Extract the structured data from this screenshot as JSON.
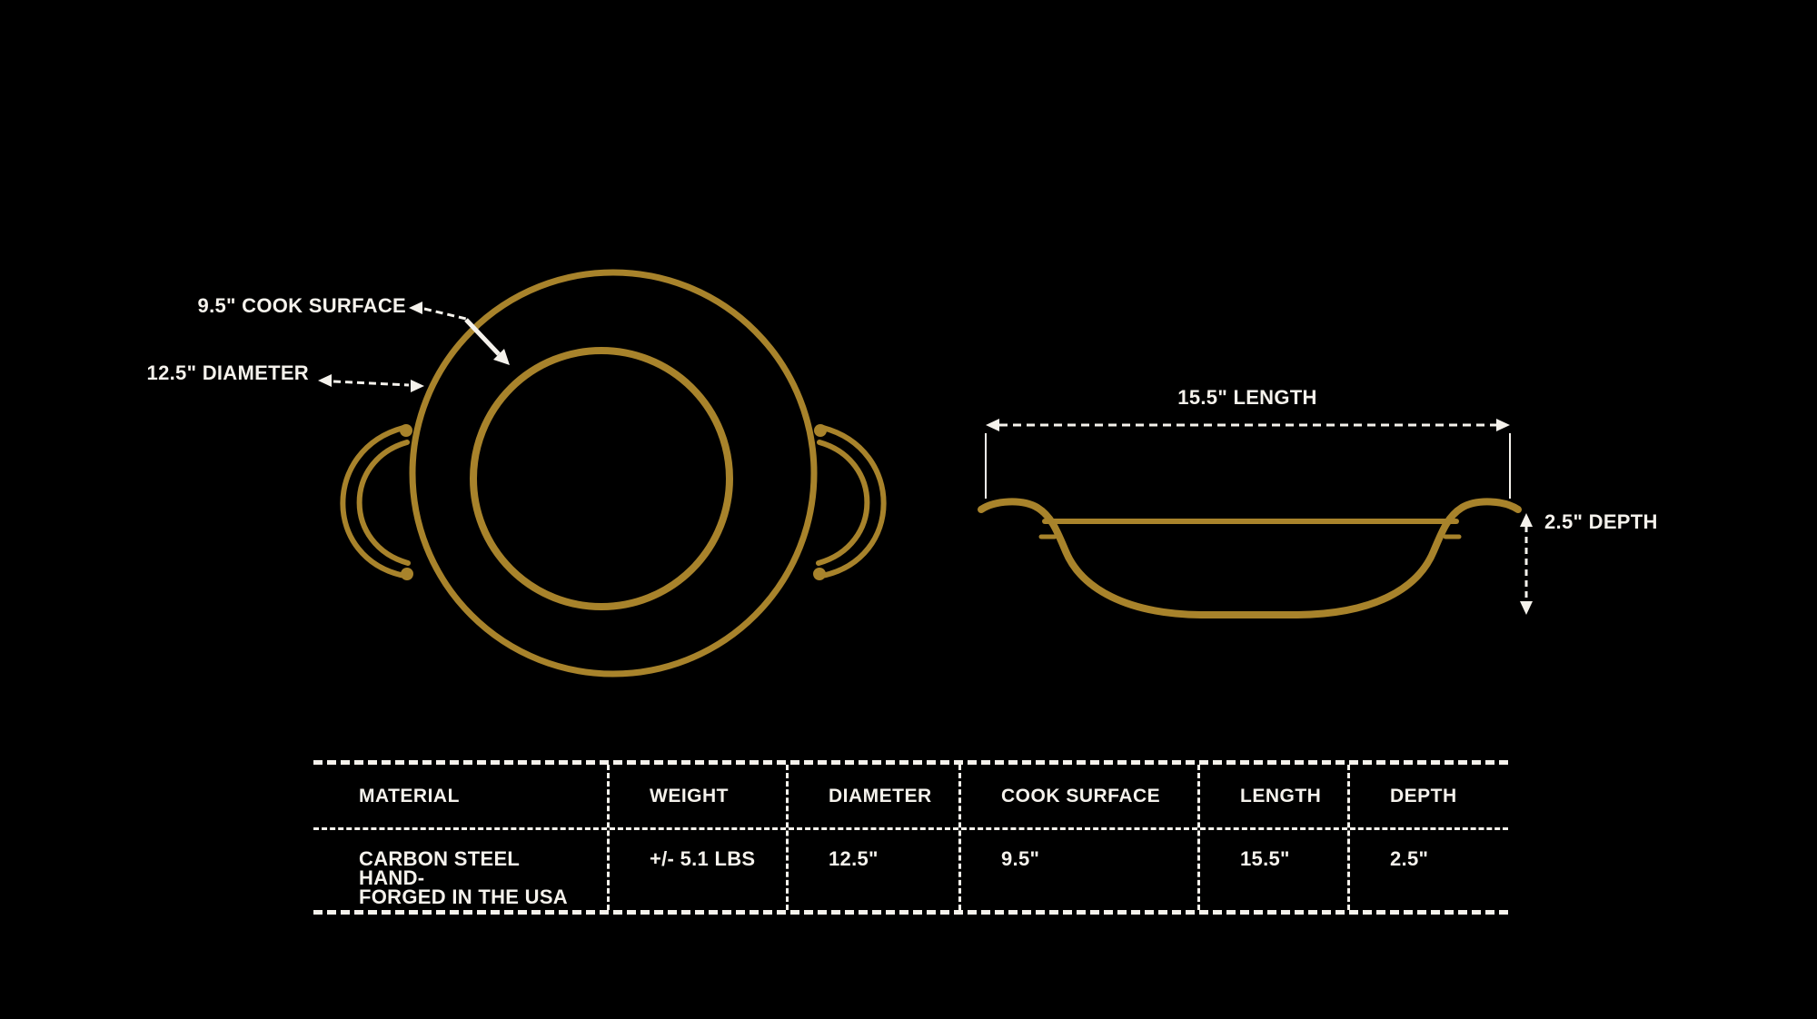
{
  "colors": {
    "background": "#000000",
    "line_gold": "#A8832B",
    "line_white": "#F5F2EC"
  },
  "diagram": {
    "top_view": {
      "cook_surface_label": "9.5\" COOK SURFACE",
      "diameter_label": "12.5\" DIAMETER"
    },
    "side_view": {
      "length_label": "15.5\" LENGTH",
      "depth_label": "2.5\" DEPTH"
    }
  },
  "spec_table": {
    "headers": [
      "MATERIAL",
      "WEIGHT",
      "DIAMETER",
      "COOK SURFACE",
      "LENGTH",
      "DEPTH"
    ],
    "row": {
      "material": "CARBON STEEL HAND-\nFORGED IN THE USA",
      "weight": "+/- 5.1 LBS",
      "diameter": "12.5\"",
      "cook_surface": "9.5\"",
      "length": "15.5\"",
      "depth": "2.5\""
    }
  }
}
